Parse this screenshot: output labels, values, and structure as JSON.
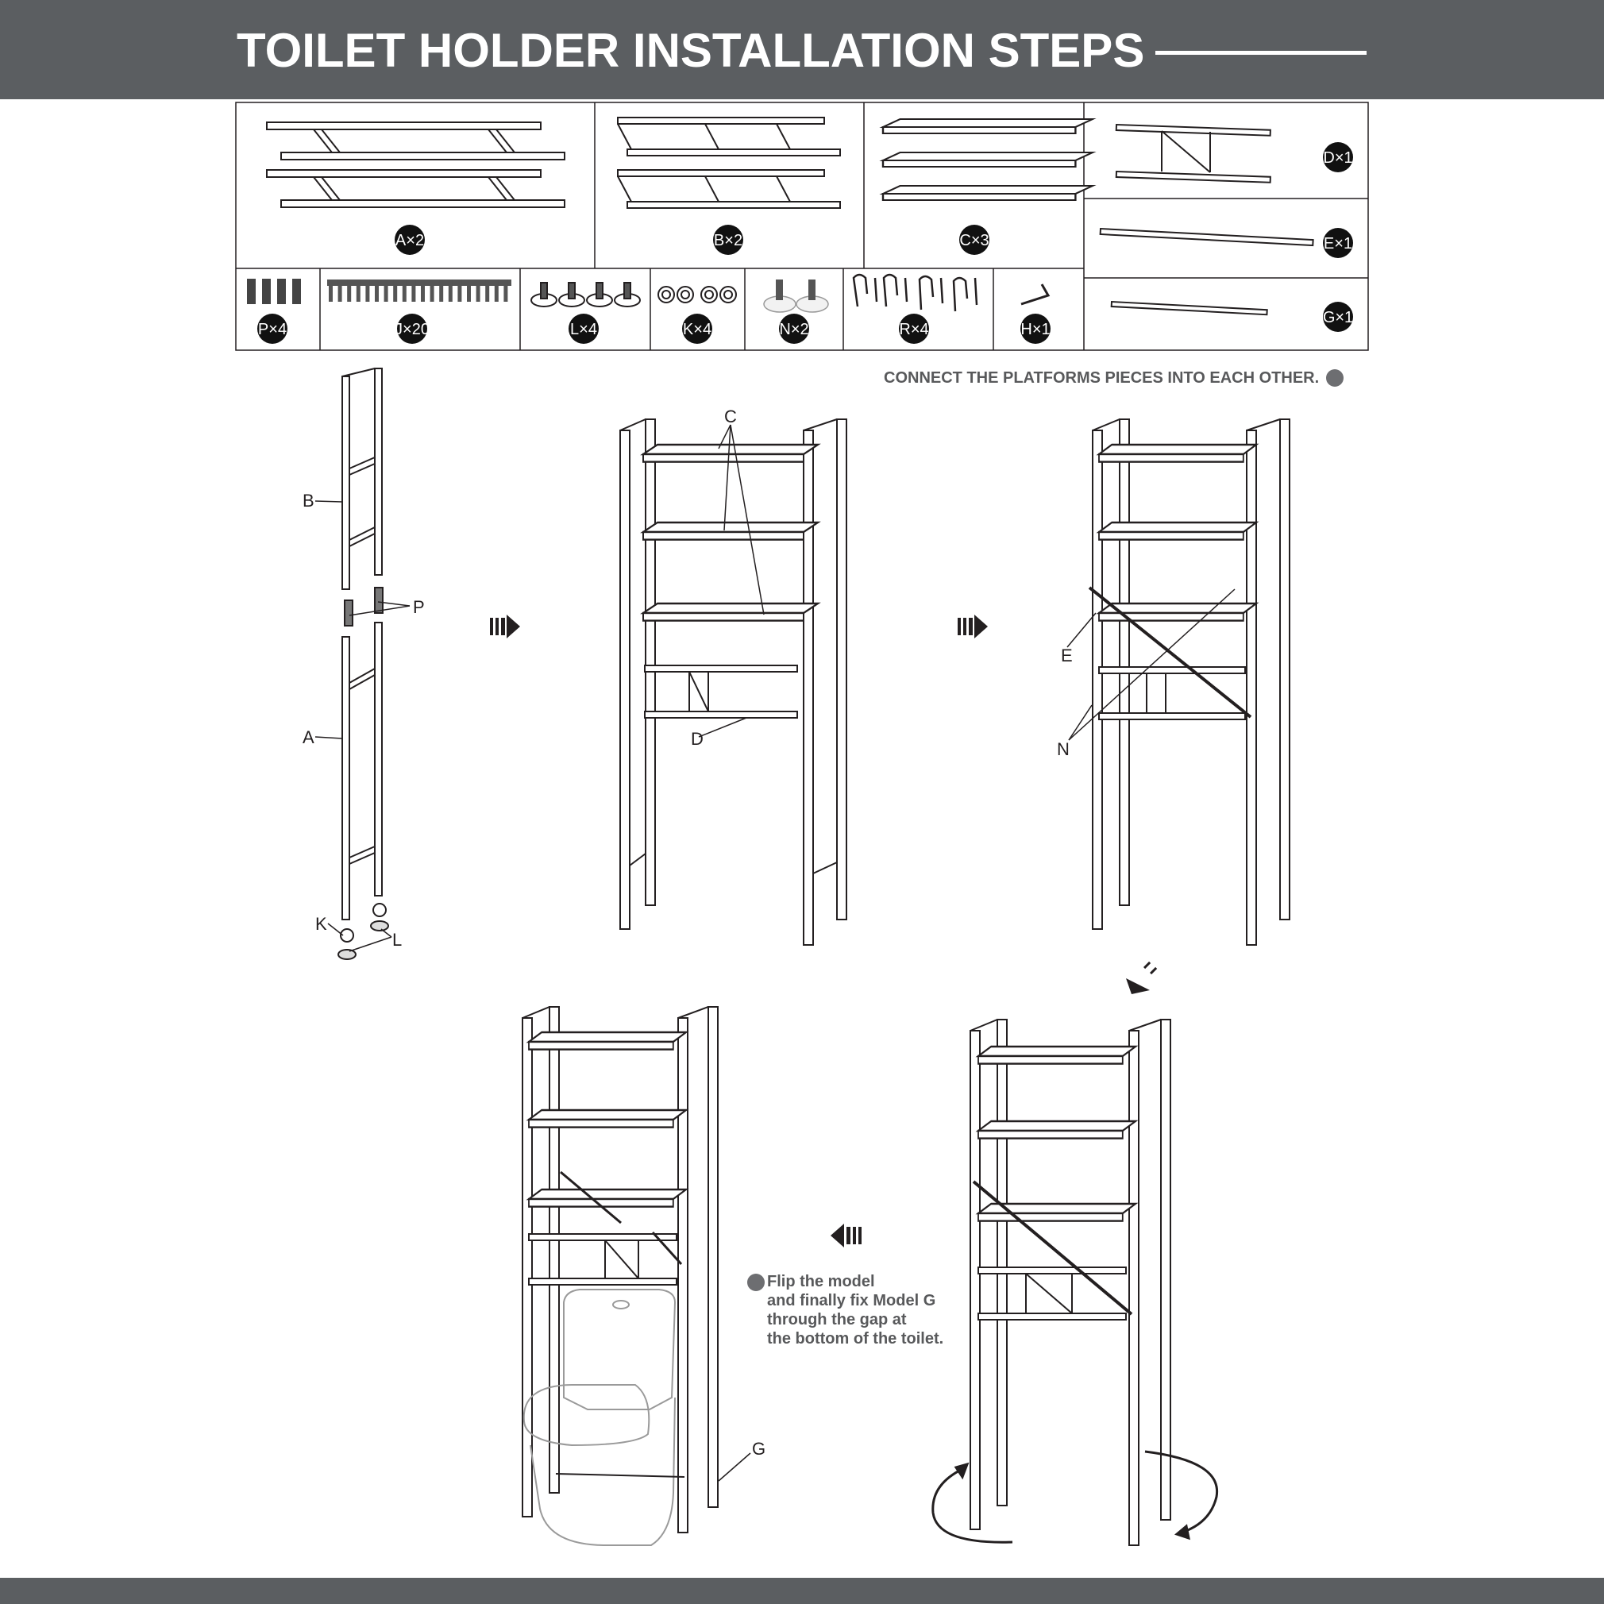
{
  "header": {
    "title": "TOILET HOLDER INSTALLATION STEPS"
  },
  "parts": {
    "A": "A×2",
    "B": "B×2",
    "C": "C×3",
    "D": "D×1",
    "E": "E×1",
    "G": "G×1",
    "P": "P×4",
    "J": "J×20",
    "L": "L×4",
    "K": "K×4",
    "N": "N×2",
    "R": "R×4",
    "H": "H×1"
  },
  "callouts": {
    "b": "B",
    "p": "P",
    "a": "A",
    "k": "K",
    "l": "L",
    "c": "C",
    "d": "D",
    "e": "E",
    "n": "N",
    "g": "G"
  },
  "notes": {
    "connect": "CONNECT THE PLATFORMS PIECES INTO EACH OTHER.",
    "flip": [
      "Flip the model",
      "and finally fix Model G",
      "through the gap at",
      "the bottom of the toilet."
    ]
  },
  "colors": {
    "band": "#5b5e61",
    "line": "#231f20",
    "badge": "#111111"
  }
}
